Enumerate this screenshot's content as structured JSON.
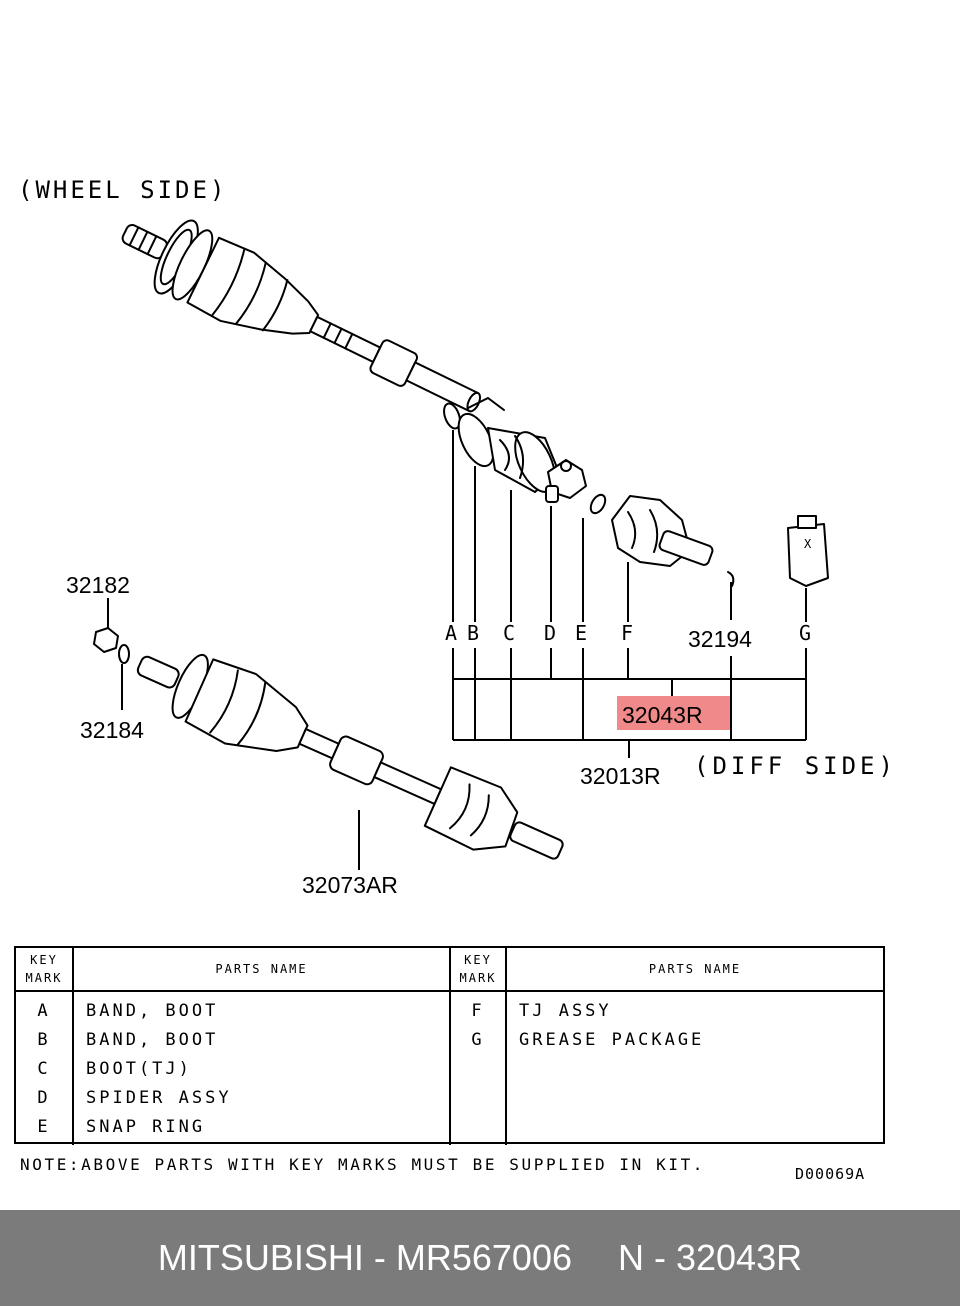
{
  "diagram": {
    "wheel_side_label": "(WHEEL SIDE)",
    "diff_side_label": "(DIFF SIDE)",
    "callouts": {
      "nut": "32182",
      "washer": "32184",
      "shaft_assy": "32073AR",
      "snap_ring": "32194",
      "tj_kit": "32043R",
      "kit": "32013R"
    },
    "highlight_color": "#f08a8a",
    "key_letters": [
      "A",
      "B",
      "C",
      "D",
      "E",
      "F",
      "G"
    ]
  },
  "table": {
    "header_key": [
      "KEY",
      "MARK"
    ],
    "header_name": "PARTS NAME",
    "left_rows": [
      {
        "key": "A",
        "name": "BAND, BOOT"
      },
      {
        "key": "B",
        "name": "BAND, BOOT"
      },
      {
        "key": "C",
        "name": "BOOT(TJ)"
      },
      {
        "key": "D",
        "name": "SPIDER ASSY"
      },
      {
        "key": "E",
        "name": "SNAP RING"
      }
    ],
    "right_rows": [
      {
        "key": "F",
        "name": "TJ ASSY"
      },
      {
        "key": "G",
        "name": "GREASE PACKAGE"
      }
    ]
  },
  "note": "NOTE:ABOVE PARTS WITH KEY MARKS MUST BE SUPPLIED IN KIT.",
  "drawing_code": "D00069A",
  "footer": {
    "brand_part": "MITSUBISHI - MR567006",
    "ref": "N - 32043R",
    "background": "#7b7b7b"
  }
}
